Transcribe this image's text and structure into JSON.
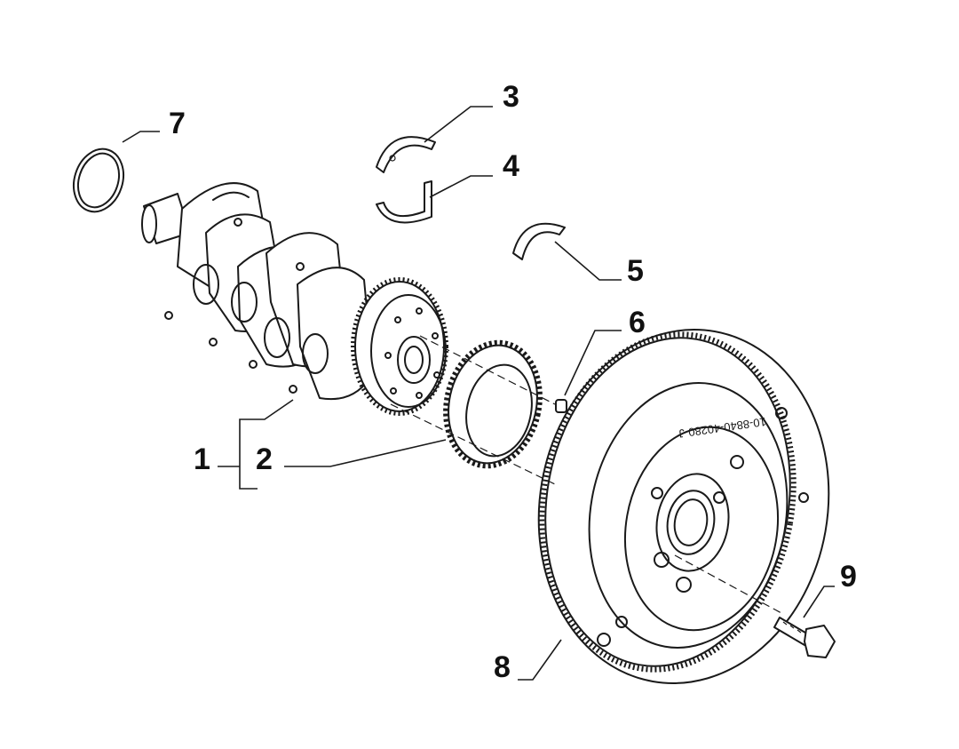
{
  "callouts": [
    {
      "id": "1",
      "label": "1"
    },
    {
      "id": "2",
      "label": "2"
    },
    {
      "id": "3",
      "label": "3"
    },
    {
      "id": "4",
      "label": "4"
    },
    {
      "id": "5",
      "label": "5"
    },
    {
      "id": "6",
      "label": "6"
    },
    {
      "id": "7",
      "label": "7"
    },
    {
      "id": "8",
      "label": "8"
    },
    {
      "id": "9",
      "label": "9"
    }
  ],
  "flywheel_stamp": "10-8840-40280-J"
}
